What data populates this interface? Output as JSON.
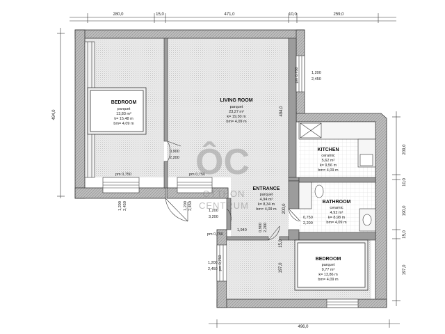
{
  "dimensions": {
    "top": [
      "280,0",
      "15,0",
      "471,0",
      "10,0",
      "259,0"
    ],
    "bottom": "496,0",
    "left": "494,0",
    "right": [
      "209,0",
      "10,0",
      "190,0",
      "15,0",
      "197,0"
    ],
    "inner_living": "494,0",
    "inner_entrance_right": "200,0",
    "inner_bedroom2_left": "197,0",
    "inner_150": "15,0"
  },
  "rooms": {
    "bedroom1": {
      "name": "BEDROOM",
      "floor": "parquet",
      "area": "13,83 m²",
      "k": "k= 15,48 m",
      "bm": "bm= 4,09 m"
    },
    "living": {
      "name": "LIVING ROOM",
      "floor": "parquet",
      "area": "23,27 m²",
      "k": "k= 19,30 m",
      "bm": "bm= 4,09 m"
    },
    "kitchen": {
      "name": "KITCHEN",
      "floor": "ceramic",
      "area": "5,62 m²",
      "k": "k= 9,56 m",
      "bm": "bm= 4,09 m"
    },
    "entrance": {
      "name": "ENTRANCE",
      "floor": "parquet",
      "area": "4,94 m²",
      "k": "k= 8,34 m",
      "bm": "bm= 4,09 m"
    },
    "bathroom": {
      "name": "BATHROOM",
      "floor": "ceramic",
      "area": "4,92 m²",
      "k": "k= 8,98 m",
      "bm": "bm= 4,09 m"
    },
    "bedroom2": {
      "name": "BEDROOM",
      "floor": "parquet",
      "area": "9,77 m²",
      "k": "k= 13,86 m",
      "bm": "bm= 4,09 m"
    }
  },
  "openings": {
    "window_bed1_pm": "pm 0,750",
    "window_bed1_w": "1,200",
    "window_bed1_h": "2,450",
    "window_living_pm": "pm 0,750",
    "window_living_w": "1,200",
    "window_living_h": "2,450",
    "window_right_pm": "pm 0,750",
    "window_right_w": "1,200",
    "window_right_h": "2,450",
    "door_bed1_w": "0,900",
    "door_bed1_h": "2,200",
    "door_front_w": "1,200",
    "door_front_h": "3,200",
    "door_entr_w": "0,900",
    "door_entr_h": "2,200",
    "door_bath_w": "0,750",
    "door_bath_h": "2,200",
    "door_bottom_pm": "pm 0,750",
    "window_bed2_pm": "pm 0,750",
    "window_bed2_w": "1,200",
    "window_bed2_h": "2,450",
    "label_1940": "1,940"
  },
  "watermark": {
    "logo": "ÔC",
    "line1": "OTTHON",
    "line2": "CENTRUM"
  }
}
